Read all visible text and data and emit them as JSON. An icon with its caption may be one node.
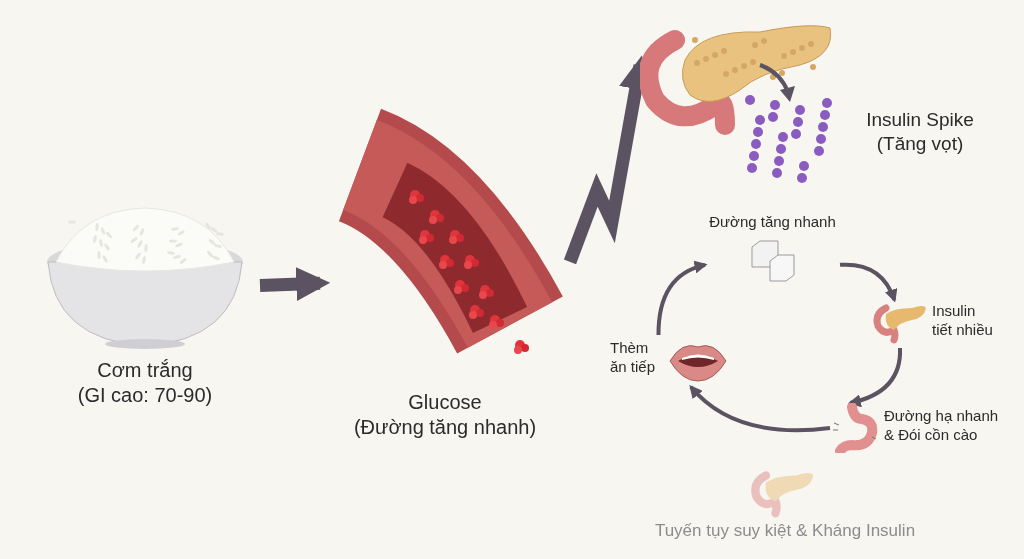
{
  "diagram": {
    "nodes": [
      {
        "text": [
          "Cơm trắng",
          "(GI cao: 70-90)"
        ]
      },
      {
        "text": [
          "Glucose",
          "(Đường tăng nhanh)"
        ]
      },
      {
        "text": [
          "Insulin Spike",
          "(Tăng vọt)"
        ]
      },
      {
        "text": [
          "Đường tăng nhanh"
        ]
      },
      {
        "text": [
          "Insulin tiết nhiều"
        ]
      },
      {
        "text": [
          "Đường hạ nhanh & Đói cồn cào"
        ]
      },
      {
        "text": [
          "Thèm ăn tiếp"
        ]
      },
      {
        "text": [
          "Tuyến tụy suy kiệt & Kháng Insulin"
        ]
      }
    ],
    "edges": [
      {
        "from": 0,
        "to": 1,
        "arrow": "to",
        "style": "thick"
      },
      {
        "from": 1,
        "to": 2,
        "arrow": "to",
        "style": "thick"
      },
      {
        "from": 3,
        "to": 4,
        "arrow": "to"
      },
      {
        "from": 4,
        "to": 5,
        "arrow": "to"
      },
      {
        "from": 5,
        "to": 6,
        "arrow": "to"
      },
      {
        "from": 6,
        "to": 3,
        "arrow": "to"
      }
    ]
  }
}
